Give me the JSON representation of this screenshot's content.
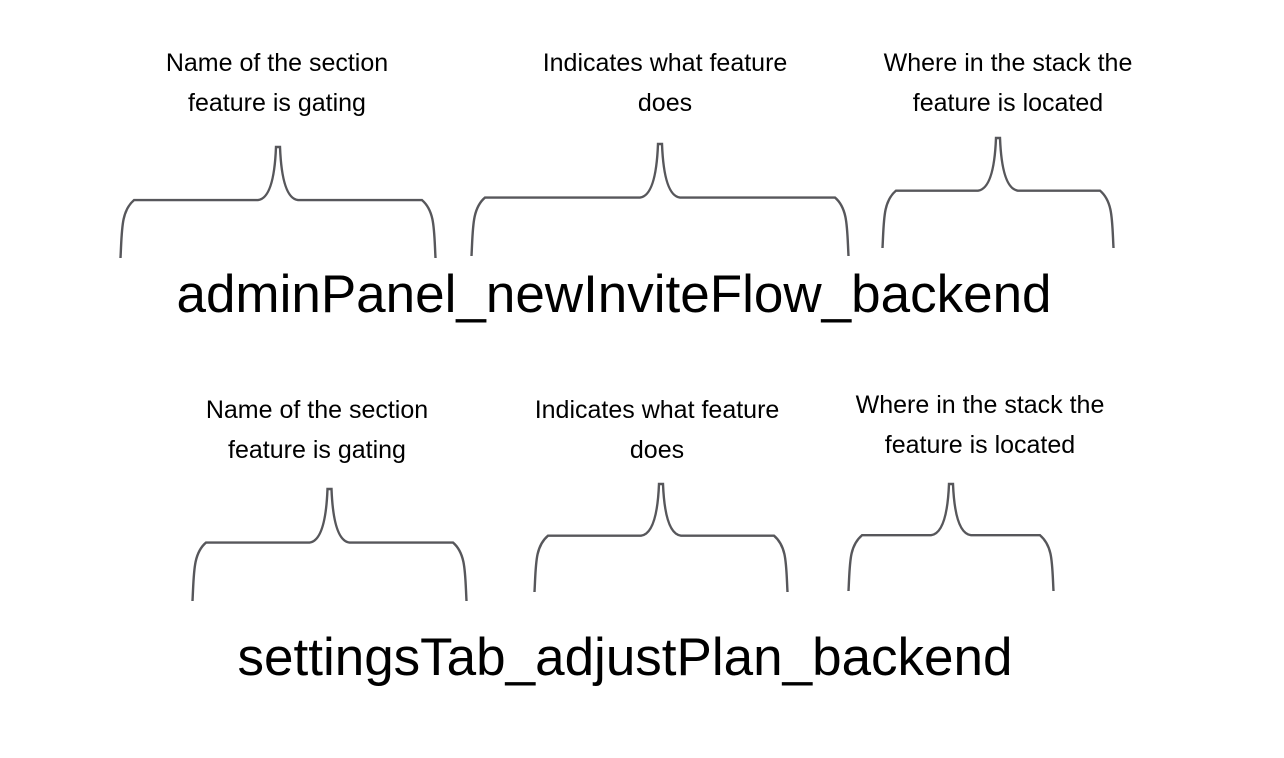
{
  "page": {
    "background_color": "#ffffff",
    "text_color": "#000000",
    "brace_color": "#57575b"
  },
  "annotations": {
    "section": {
      "line1": "Name of the section",
      "line2": "feature is gating"
    },
    "feature": {
      "line1": "Indicates what feature",
      "line2": "does"
    },
    "stack": {
      "line1": "Where in the stack the",
      "line2": "feature is located"
    }
  },
  "examples": [
    {
      "flag_name": "adminPanel_newInviteFlow_backend"
    },
    {
      "flag_name": "settingsTab_adjustPlan_backend"
    }
  ]
}
